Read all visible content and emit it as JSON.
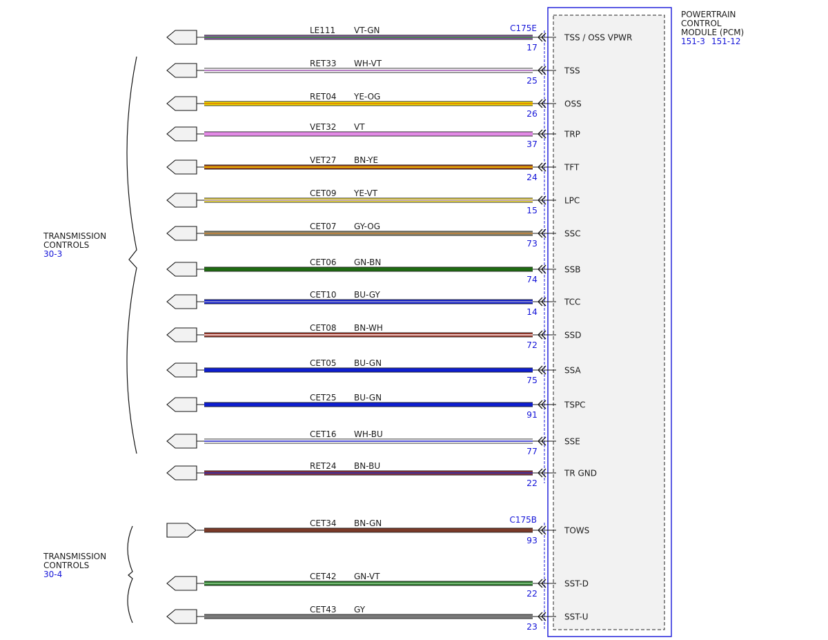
{
  "module": {
    "title_lines": [
      "POWERTRAIN",
      "CONTROL",
      "MODULE (PCM)"
    ],
    "refs": [
      "151-3",
      "151-12"
    ]
  },
  "connectors": [
    {
      "name": "C175E"
    },
    {
      "name": "C175B"
    }
  ],
  "groups": [
    {
      "label_lines": [
        "TRANSMISSION",
        "CONTROLS"
      ],
      "ref": "30-3"
    },
    {
      "label_lines": [
        "TRANSMISSION",
        "CONTROLS"
      ],
      "ref": "30-4"
    }
  ],
  "wires": [
    {
      "circuit": "LE111",
      "color_code": "VT-GN",
      "pin": "17",
      "signal": "TSS / OSS VPWR",
      "colors": [
        "#8b58a8",
        "#3c8a3c"
      ],
      "connector": 0
    },
    {
      "circuit": "RET33",
      "color_code": "WH-VT",
      "pin": "25",
      "signal": "TSS",
      "colors": [
        "#ffffff",
        "#b06fbf"
      ],
      "connector": 0
    },
    {
      "circuit": "RET04",
      "color_code": "YE-OG",
      "pin": "26",
      "signal": "OSS",
      "colors": [
        "#f4e000",
        "#e08a00"
      ],
      "connector": 0
    },
    {
      "circuit": "VET32",
      "color_code": "VT",
      "pin": "37",
      "signal": "TRP",
      "colors": [
        "#e38be6",
        "#e38be6"
      ],
      "connector": 0
    },
    {
      "circuit": "VET27",
      "color_code": "BN-YE",
      "pin": "24",
      "signal": "TFT",
      "colors": [
        "#a0431a",
        "#f0c000"
      ],
      "connector": 0
    },
    {
      "circuit": "CET09",
      "color_code": "YE-VT",
      "pin": "15",
      "signal": "LPC",
      "colors": [
        "#f0de40",
        "#b8a0c8"
      ],
      "connector": 0
    },
    {
      "circuit": "CET07",
      "color_code": "GY-OG",
      "pin": "73",
      "signal": "SSC",
      "colors": [
        "#8a8a70",
        "#c08040"
      ],
      "connector": 0
    },
    {
      "circuit": "CET06",
      "color_code": "GN-BN",
      "pin": "74",
      "signal": "SSB",
      "colors": [
        "#1f6b12",
        "#1f6b12"
      ],
      "connector": 0
    },
    {
      "circuit": "CET10",
      "color_code": "BU-GY",
      "pin": "14",
      "signal": "TCC",
      "colors": [
        "#1020d8",
        "#8888cc"
      ],
      "connector": 0
    },
    {
      "circuit": "CET08",
      "color_code": "BN-WH",
      "pin": "72",
      "signal": "SSD",
      "colors": [
        "#a03a2a",
        "#f0d0d0"
      ],
      "connector": 0
    },
    {
      "circuit": "CET05",
      "color_code": "BU-GN",
      "pin": "75",
      "signal": "SSA",
      "colors": [
        "#0e1ed0",
        "#0e1ed0"
      ],
      "connector": 0
    },
    {
      "circuit": "CET25",
      "color_code": "BU-GN",
      "pin": "91",
      "signal": "TSPC",
      "colors": [
        "#0e1ed0",
        "#0e1ed0"
      ],
      "connector": 0
    },
    {
      "circuit": "CET16",
      "color_code": "WH-BU",
      "pin": "77",
      "signal": "SSE",
      "colors": [
        "#ffffff",
        "#4040d0"
      ],
      "connector": 0
    },
    {
      "circuit": "RET24",
      "color_code": "BN-BU",
      "pin": "22",
      "signal": "TR GND",
      "colors": [
        "#903040",
        "#3030a0"
      ],
      "connector": 0
    },
    {
      "circuit": "CET34",
      "color_code": "BN-GN",
      "pin": "93",
      "signal": "TOWS",
      "colors": [
        "#7a3a28",
        "#7a3a28"
      ],
      "connector": 1
    },
    {
      "circuit": "CET42",
      "color_code": "GN-VT",
      "pin": "22",
      "signal": "SST-D",
      "colors": [
        "#2a7a2a",
        "#80c080"
      ],
      "connector": 1
    },
    {
      "circuit": "CET43",
      "color_code": "GY",
      "pin": "23",
      "signal": "SST-U",
      "colors": [
        "#7a7a7a",
        "#7a7a7a"
      ],
      "connector": 1
    }
  ]
}
